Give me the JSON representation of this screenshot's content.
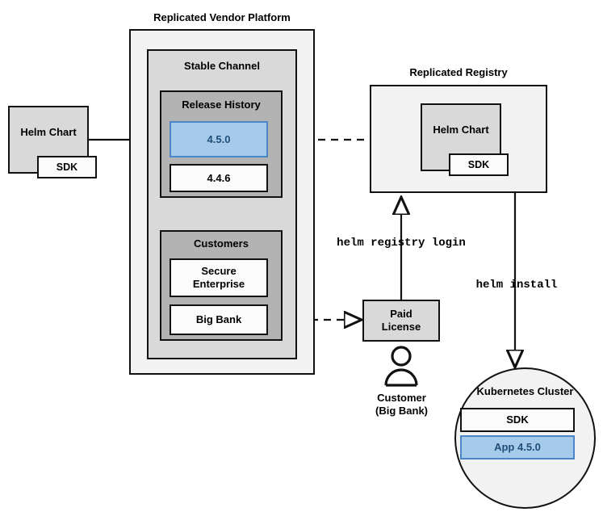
{
  "diagram": {
    "platform": {
      "title": "Replicated Vendor Platform",
      "channel": {
        "title": "Stable Channel",
        "release_history": {
          "title": "Release History",
          "releases": [
            {
              "label": "4.5.0",
              "highlighted": true
            },
            {
              "label": "4.4.6",
              "highlighted": false
            }
          ]
        },
        "customers": {
          "title": "Customers",
          "entries": [
            {
              "label": "Secure\nEnterprise"
            },
            {
              "label": "Big Bank"
            }
          ]
        }
      }
    },
    "source_chart": {
      "label": "Helm Chart",
      "sdk_label": "SDK"
    },
    "registry": {
      "title": "Replicated Registry",
      "chart": {
        "label": "Helm Chart",
        "sdk_label": "SDK"
      }
    },
    "license": {
      "label": "Paid\nLicense",
      "line1": "Paid",
      "line2": "License"
    },
    "customer_actor": {
      "line1": "Customer",
      "line2": "(Big Bank)",
      "icon": "person-icon"
    },
    "cluster": {
      "title": "Kubernetes Cluster",
      "items": [
        {
          "label": "SDK",
          "highlighted": false
        },
        {
          "label": "App 4.5.0",
          "highlighted": true
        }
      ]
    },
    "commands": {
      "registry_login": "helm registry login",
      "install": "helm install"
    },
    "colors": {
      "highlight_fill": "#a6caea",
      "highlight_border": "#4a86c8",
      "highlight_text": "#1f4e79",
      "platform_fill": "#f2f2f2",
      "channel_fill": "#d9d9d9",
      "release_fill": "#b3b3b3",
      "stroke": "#111111"
    }
  }
}
